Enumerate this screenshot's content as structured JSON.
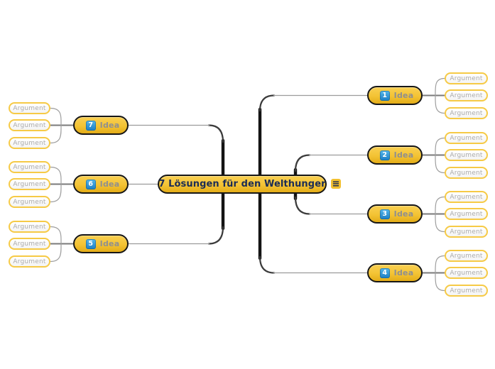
{
  "central": {
    "label": "7 Lösungen für den Welthunger",
    "menu_icon": "hamburger-menu",
    "menu_glyph": "≡"
  },
  "ideas": [
    {
      "number": "1",
      "label": "Idea",
      "side": "right",
      "arguments": [
        "Argument",
        "Argument",
        "Argument"
      ]
    },
    {
      "number": "2",
      "label": "Idea",
      "side": "right",
      "arguments": [
        "Argument",
        "Argument",
        "Argument"
      ]
    },
    {
      "number": "3",
      "label": "Idea",
      "side": "right",
      "arguments": [
        "Argument",
        "Argument",
        "Argument"
      ]
    },
    {
      "number": "4",
      "label": "Idea",
      "side": "right",
      "arguments": [
        "Argument",
        "Argument",
        "Argument"
      ]
    },
    {
      "number": "5",
      "label": "Idea",
      "side": "left",
      "arguments": [
        "Argument",
        "Argument",
        "Argument"
      ]
    },
    {
      "number": "6",
      "label": "Idea",
      "side": "left",
      "arguments": [
        "Argument",
        "Argument",
        "Argument"
      ]
    },
    {
      "number": "7",
      "label": "Idea",
      "side": "left",
      "arguments": [
        "Argument",
        "Argument",
        "Argument"
      ]
    }
  ],
  "colors": {
    "node_fill_top": "#f9d052",
    "node_fill_bottom": "#e3ac18",
    "node_border": "#161616",
    "argument_border": "#f6ca46",
    "badge_blue_top": "#55b7ea",
    "badge_blue_bottom": "#1b7ec4",
    "central_text": "#1b2c55",
    "idea_text": "#8f8f8f",
    "argument_text": "#ababab",
    "branch_dark": "#141414",
    "branch_light": "#9b9b9b",
    "menu_background": "#f2c02f",
    "canvas_background": "#ffffff"
  }
}
